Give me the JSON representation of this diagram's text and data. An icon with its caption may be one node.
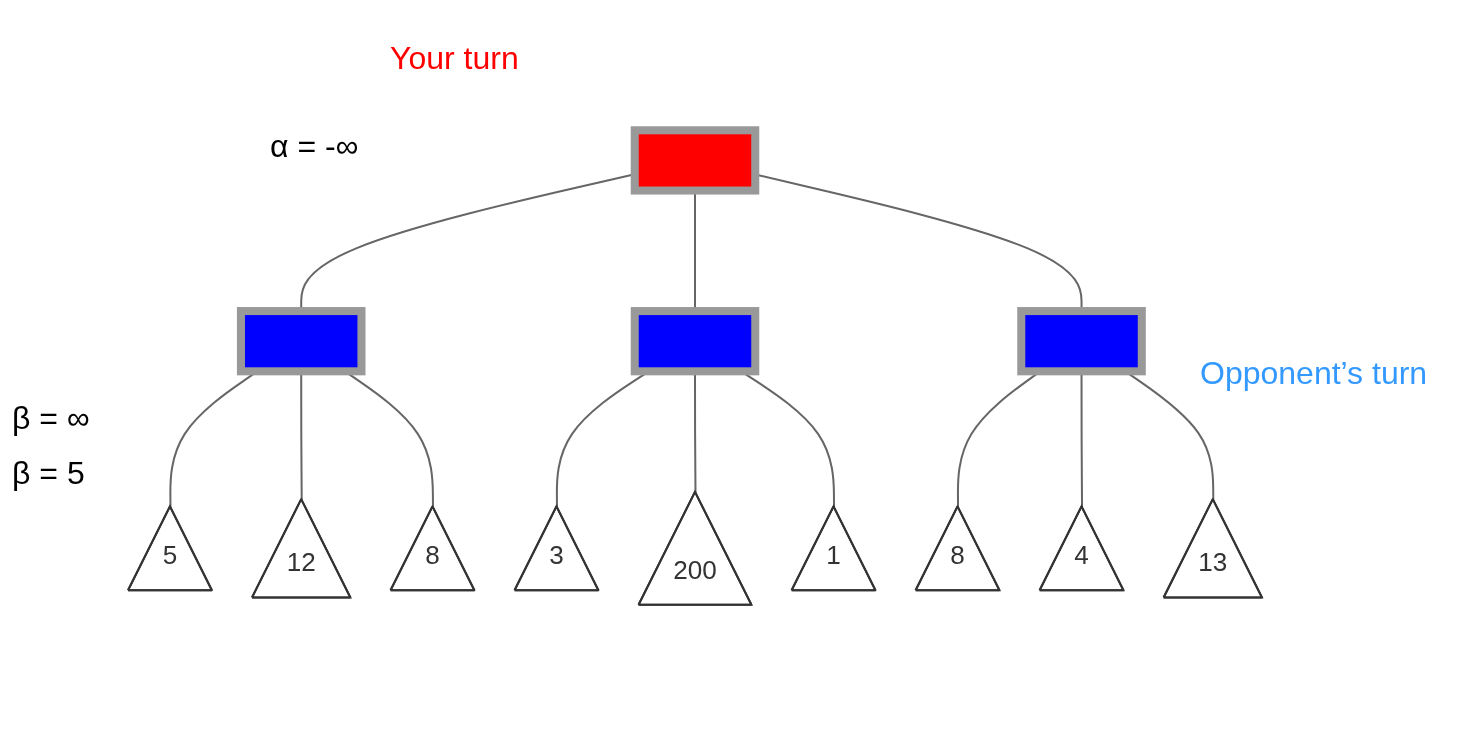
{
  "diagram": {
    "nodes": [
      {
        "text": [],
        "shape": "box"
      },
      {
        "text": [],
        "shape": "box"
      },
      {
        "text": [],
        "shape": "box"
      },
      {
        "text": [],
        "shape": "box"
      },
      {
        "text": [
          "5"
        ]
      },
      {
        "text": [
          "12"
        ]
      },
      {
        "text": [
          "8"
        ]
      },
      {
        "text": [
          "3"
        ]
      },
      {
        "text": [
          "200"
        ]
      },
      {
        "text": [
          "1"
        ]
      },
      {
        "text": [
          "8"
        ]
      },
      {
        "text": [
          "4"
        ]
      },
      {
        "text": [
          "13"
        ]
      }
    ],
    "edges": [
      {
        "from": 0,
        "to": 1,
        "arrow": "none"
      },
      {
        "from": 0,
        "to": 2,
        "arrow": "none"
      },
      {
        "from": 0,
        "to": 3,
        "arrow": "none"
      },
      {
        "from": 1,
        "to": 4,
        "arrow": "none"
      },
      {
        "from": 1,
        "to": 5,
        "arrow": "none"
      },
      {
        "from": 1,
        "to": 6,
        "arrow": "none"
      },
      {
        "from": 2,
        "to": 7,
        "arrow": "none"
      },
      {
        "from": 2,
        "to": 8,
        "arrow": "none"
      },
      {
        "from": 2,
        "to": 9,
        "arrow": "none"
      },
      {
        "from": 3,
        "to": 10,
        "arrow": "none"
      },
      {
        "from": 3,
        "to": 11,
        "arrow": "none"
      },
      {
        "from": 3,
        "to": 12,
        "arrow": "none"
      }
    ],
    "labels": [
      "Your turn",
      "α = -∞",
      "Opponent’s turn",
      "β = ∞",
      "β = 5"
    ]
  }
}
